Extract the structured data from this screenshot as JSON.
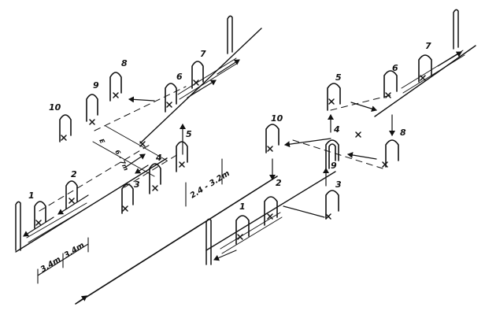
{
  "left_panel": {
    "numbers": [
      "1",
      "2",
      "3",
      "4",
      "5",
      "6",
      "7",
      "8",
      "9",
      "10"
    ],
    "dimensions": {
      "spacing_a": "3.4m",
      "spacing_b": "3.4m",
      "width": "2.4 - 3.2m",
      "inner_e": "E",
      "inner_f": "6 - 7m"
    }
  },
  "right_panel": {
    "numbers": [
      "1",
      "2",
      "3",
      "4",
      "5",
      "6",
      "7",
      "8",
      "9",
      "10"
    ]
  }
}
